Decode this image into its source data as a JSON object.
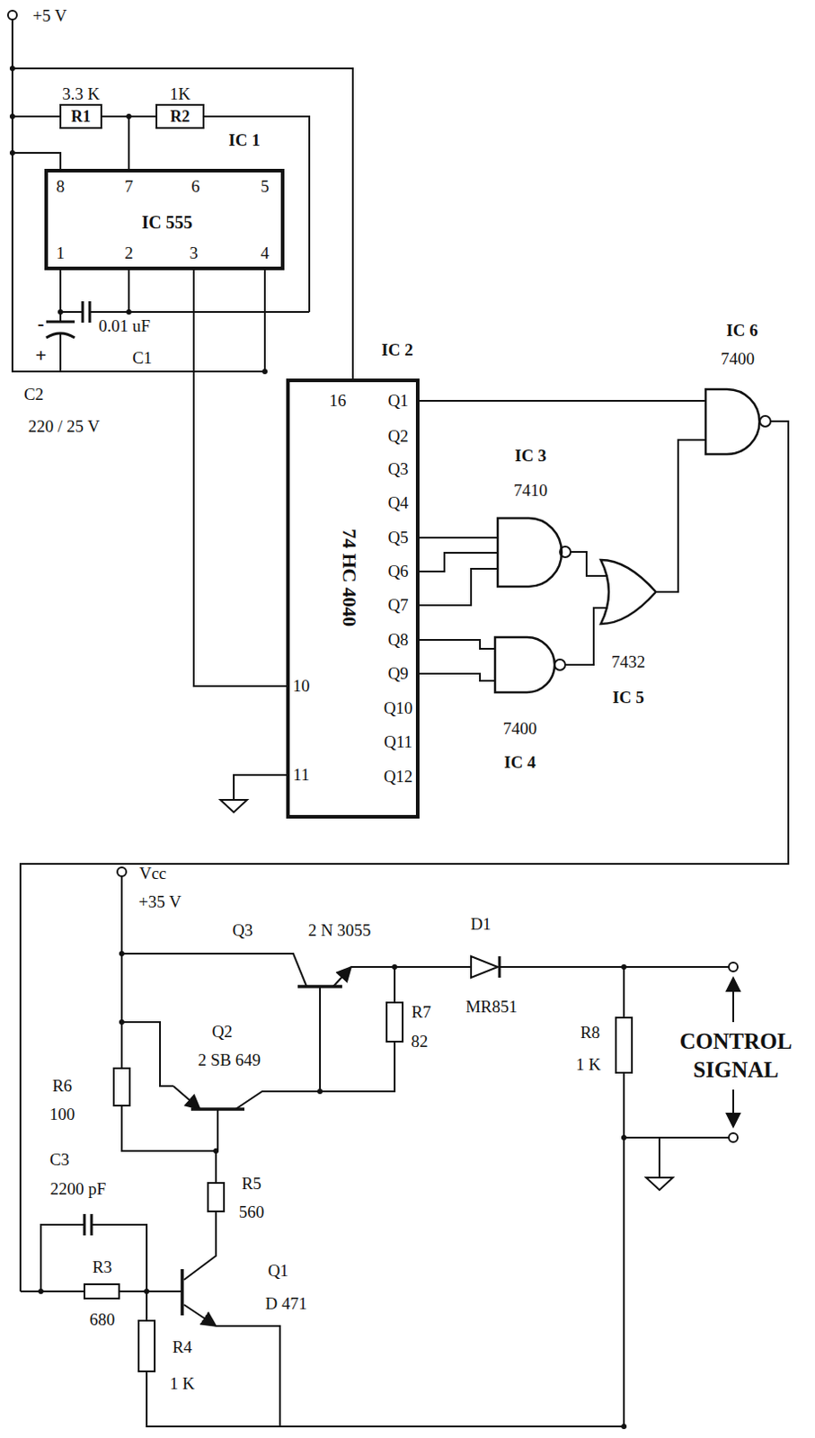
{
  "diagram": {
    "nodes": [
      {
        "text": [
          "3.3 K",
          "R1"
        ]
      },
      {
        "text": [
          "1K",
          "R2"
        ]
      },
      {
        "text": [
          "8",
          "7",
          "6",
          "5",
          "IC 555",
          "1",
          "2",
          "3",
          "4"
        ]
      },
      {
        "text": [
          "16",
          "Q1",
          "Q2",
          "Q3",
          "Q4",
          "Q5",
          "Q6",
          "Q7",
          "Q8",
          "Q9",
          "Q10",
          "Q11",
          "Q12",
          "74 HC 4040",
          "10",
          "11"
        ]
      }
    ],
    "edges": [
      {
        "from": 0,
        "to": 1,
        "arrow": "none"
      },
      {
        "from": 2,
        "to": 3,
        "arrow": "none"
      }
    ],
    "labels": [
      "+5 V",
      "IC 1",
      "0.01 uF",
      "C1",
      "-",
      "+",
      "C2",
      "220 / 25 V",
      "IC 2",
      "IC 6",
      "7400",
      "IC 3",
      "7410",
      "7432",
      "IC 5",
      "7400",
      "IC 4",
      "Vcc",
      "+35 V",
      "Q3",
      "2 N 3055",
      "D1",
      "MR851",
      "R7",
      "82",
      "R8",
      "1 K",
      "CONTROL SIGNAL",
      "Q2",
      "2 SB 649",
      "R6",
      "100",
      "C3",
      "2200 pF",
      "R5",
      "560",
      "R3",
      "680",
      "Q1",
      "D 471",
      "R4",
      "1 K"
    ]
  }
}
